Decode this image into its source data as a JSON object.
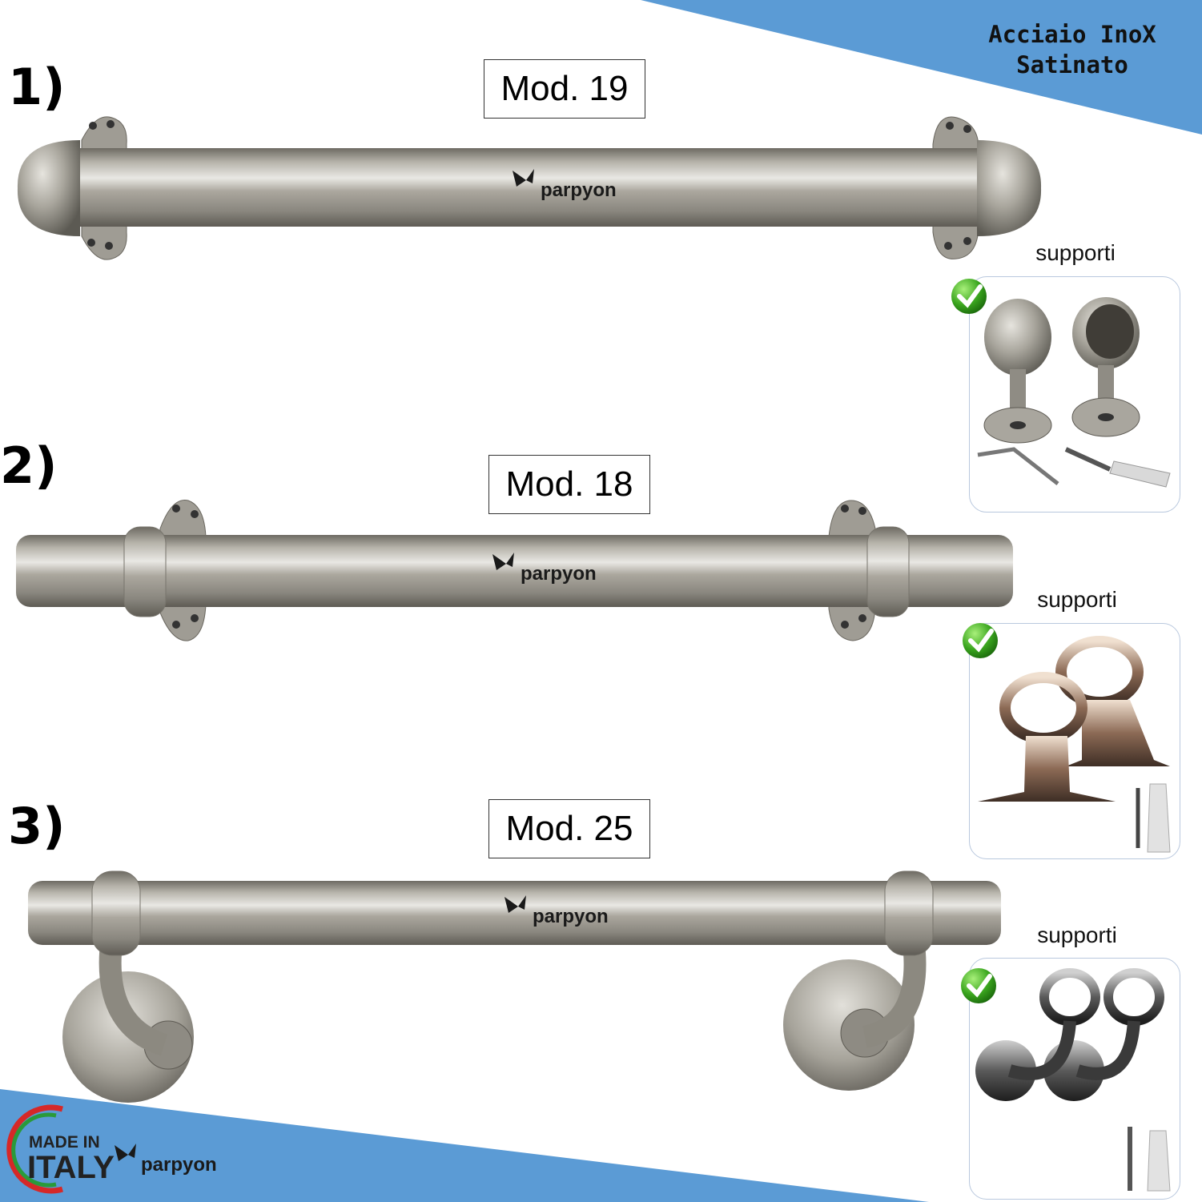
{
  "corner": {
    "line1": "Acciaio InoX",
    "line2": "Satinato",
    "color": "#5b9bd5"
  },
  "products": [
    {
      "number": "1)",
      "model": "Mod. 19",
      "support_label": "supporti",
      "brand": "parpyon"
    },
    {
      "number": "2)",
      "model": "Mod. 18",
      "support_label": "supporti",
      "brand": "parpyon"
    },
    {
      "number": "3)",
      "model": "Mod. 25",
      "support_label": "supporti",
      "brand": "parpyon"
    }
  ],
  "footer": {
    "made_in_line1": "MADE IN",
    "made_in_line2": "ITALY",
    "brand": "parpyon",
    "band_color": "#5b9bd5"
  },
  "icons": [
    "checkmark-icon",
    "parpyon-logo-icon"
  ]
}
